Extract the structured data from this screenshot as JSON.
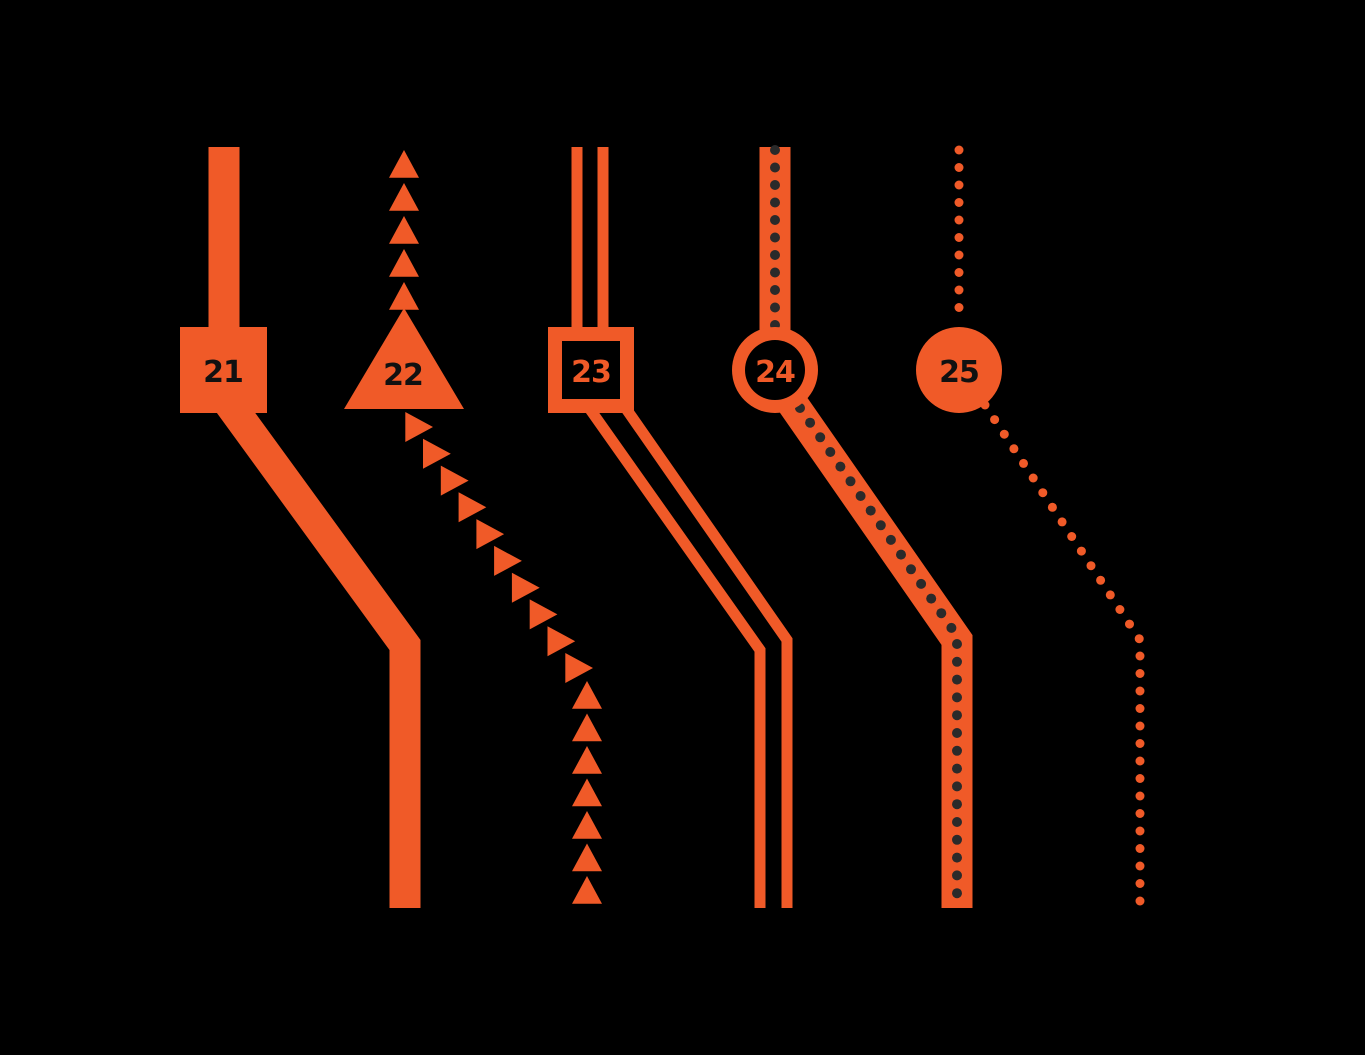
{
  "colors": {
    "background": "#000000",
    "line": "#F05A28",
    "dot": "#2A2A2A",
    "label": "#111111"
  },
  "routes": [
    {
      "number": "21",
      "line_style": "solid-thick",
      "marker_shape": "square-filled"
    },
    {
      "number": "22",
      "line_style": "triangle-arrows",
      "marker_shape": "triangle-filled"
    },
    {
      "number": "23",
      "line_style": "double-line",
      "marker_shape": "square-outlined"
    },
    {
      "number": "24",
      "line_style": "thick-with-dots",
      "marker_shape": "circle-outlined"
    },
    {
      "number": "25",
      "line_style": "dotted",
      "marker_shape": "circle-filled"
    }
  ]
}
